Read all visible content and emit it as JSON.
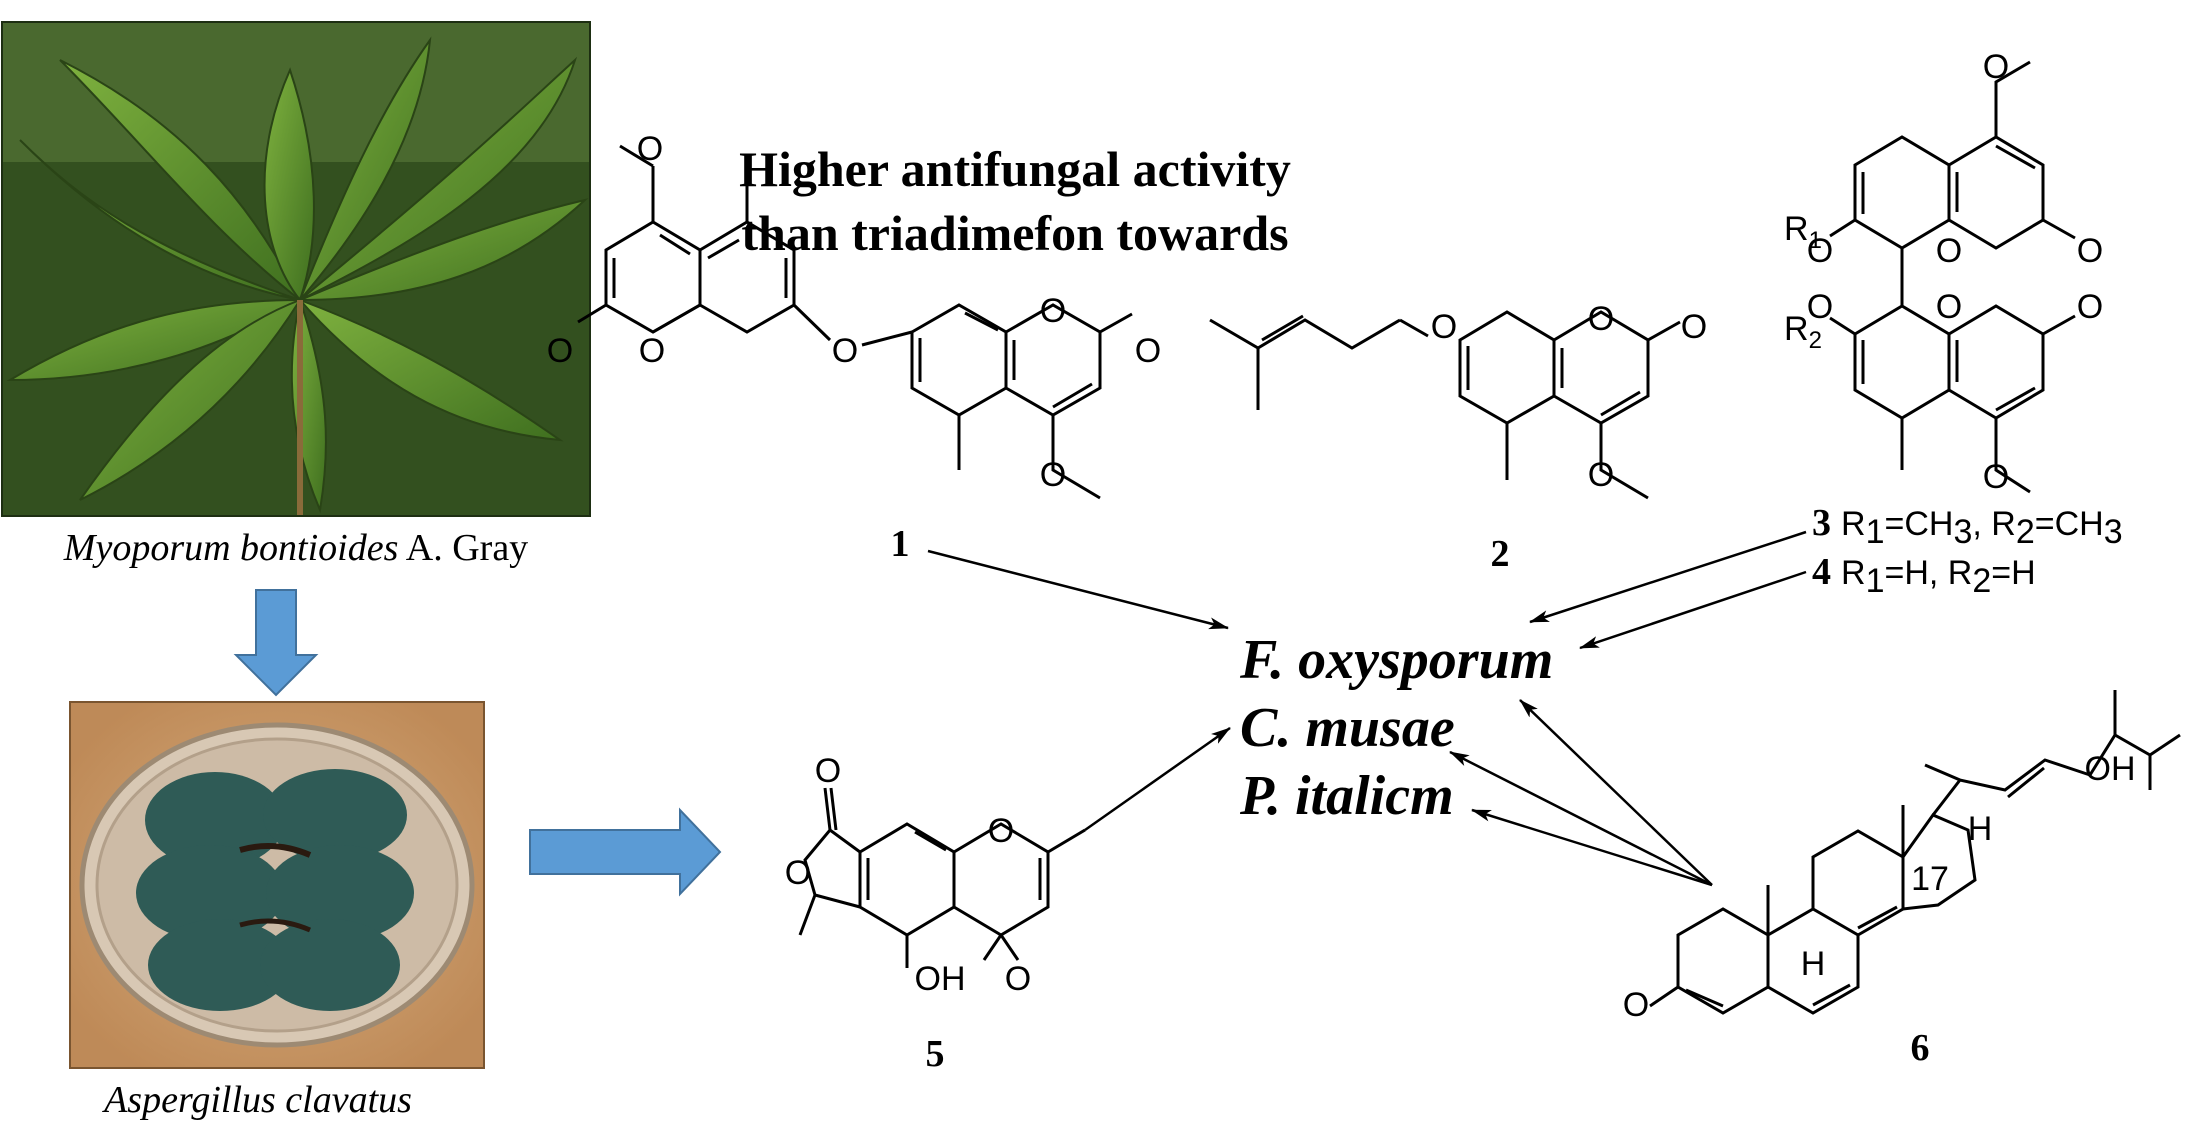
{
  "heading": {
    "line1": "Higher antifungal activity",
    "line2": "than triadimefon towards"
  },
  "photos": {
    "plant": {
      "italic": "Myoporum bontioides",
      "rest": " A. Gray"
    },
    "fungus": {
      "italic": "Aspergillus clavatus"
    }
  },
  "compounds": {
    "c1": "1",
    "c2": "2",
    "c3": {
      "num": "3",
      "r1": "R",
      "r1sub": "1",
      "eq1": "=CH",
      "sub3a": "3",
      "sep": ", R",
      "r2sub": "2",
      "eq2": "=CH",
      "sub3b": "3"
    },
    "c4": {
      "num": "4",
      "r1": "R",
      "r1sub": "1",
      "eq1": "=H, R",
      "r2sub": "2",
      "eq2": "=H"
    },
    "c5": "5",
    "c6": "6"
  },
  "fungi": [
    "F. oxysporum",
    "C. musae",
    "P. italicm"
  ],
  "atoms": {
    "O": "O",
    "OH": "OH",
    "H": "H",
    "R": "R",
    "sub1": "1",
    "sub2": "2",
    "c17": "17"
  },
  "colors": {
    "arrow_block": "#5b9bd5",
    "arrow_block_stroke": "#41719c",
    "plant_dark": "#2f4a1e",
    "plant_leaf": "#5c8a2e",
    "plate_bg": "#c9874a",
    "colony": "#2e5a55"
  }
}
